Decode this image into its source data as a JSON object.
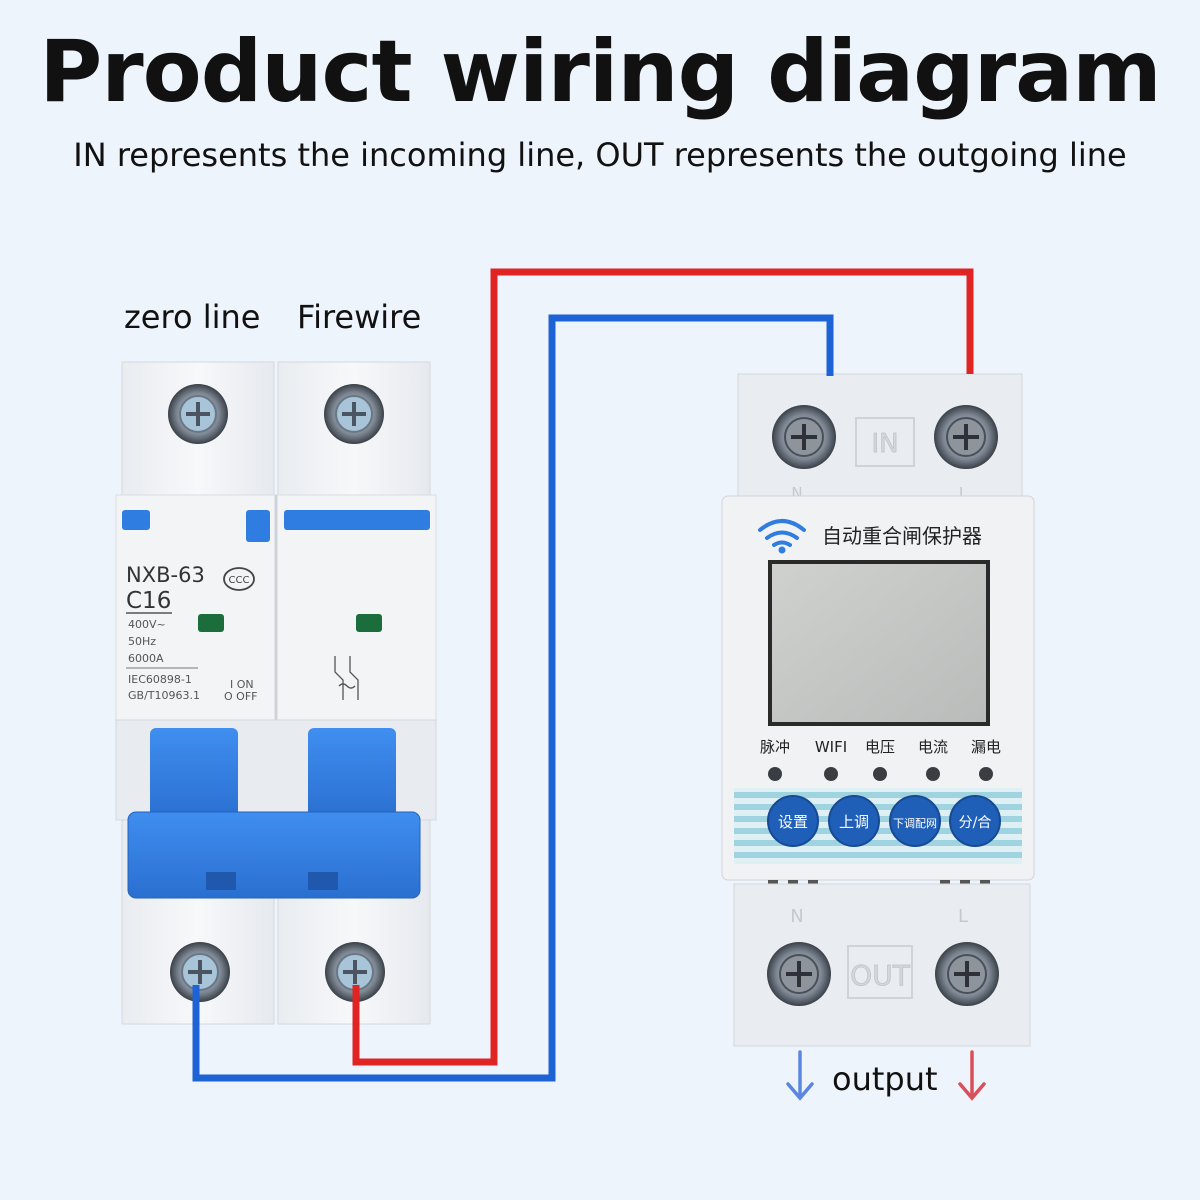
{
  "title": "Product wiring diagram",
  "subtitle": "IN represents the incoming line, OUT represents the outgoing line",
  "labels": {
    "zero_line": "zero line",
    "firewire": "Firewire",
    "output": "output"
  },
  "breaker": {
    "model": "NXB-63",
    "rating": "C16",
    "voltage": "400V~",
    "frequency": "50Hz",
    "capacity": "6000A",
    "standard1": "IEC60898-1",
    "standard2": "GB/T10963.1",
    "on_text": "I ON",
    "off_text": "O OFF",
    "cert": "CCC"
  },
  "protector": {
    "name": "自动重合闸保护器",
    "in_label": "IN",
    "out_label": "OUT",
    "n_label": "N",
    "l_label": "L",
    "indicators": [
      "脉冲",
      "WIFI",
      "电压",
      "电流",
      "漏电"
    ],
    "buttons": [
      "设置",
      "上调",
      "下调配网",
      "分/合"
    ]
  },
  "colors": {
    "live_wire": "#e02424",
    "neutral_wire": "#1e63d6",
    "breaker_blue": "#2f7de0",
    "panel_stripe": "#9fd3e0"
  }
}
